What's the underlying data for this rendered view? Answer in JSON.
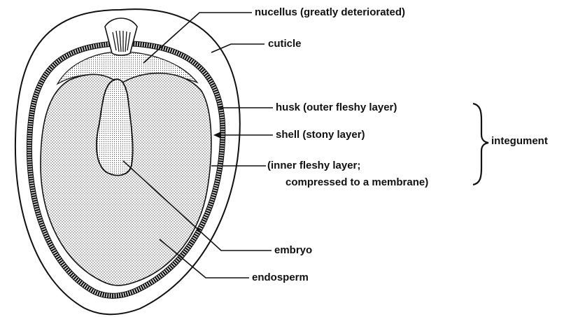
{
  "diagram": {
    "labels": {
      "nucellus": "nucellus (greatly deteriorated)",
      "cuticle": "cuticle",
      "husk": "husk (outer fleshy layer)",
      "shell": "shell (stony layer)",
      "inner_line1": "(inner fleshy layer;",
      "inner_line2": "compressed to a membrane)",
      "integument": "integument",
      "embryo": "embryo",
      "endosperm": "endosperm"
    },
    "colors": {
      "ink": "#111111",
      "paper": "#ffffff",
      "stipple": "#c9c9c9"
    }
  }
}
